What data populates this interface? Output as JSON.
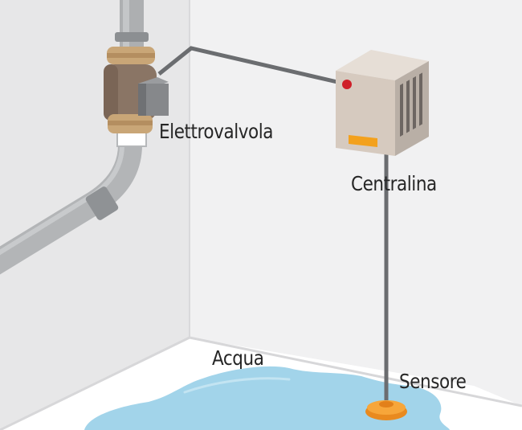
{
  "labels": {
    "valve": "Elettrovalvola",
    "control_unit": "Centralina",
    "water": "Acqua",
    "sensor": "Sensore"
  },
  "colors": {
    "wall_left": "#e8e8e9",
    "wall_right": "#f2f2f3",
    "floor": "#ffffff",
    "pipe": "#b7b9bb",
    "pipe_band": "#8e9194",
    "valve_body": "#8a7566",
    "valve_ring": "#c9a77a",
    "cable": "#6b6d70",
    "unit_face": "#d6cbc1",
    "unit_side": "#b4aaa2",
    "indicator_red": "#d0202a",
    "display_orange": "#f3a21e",
    "water": "#9fd3ea",
    "sensor": "#f59a2a"
  }
}
